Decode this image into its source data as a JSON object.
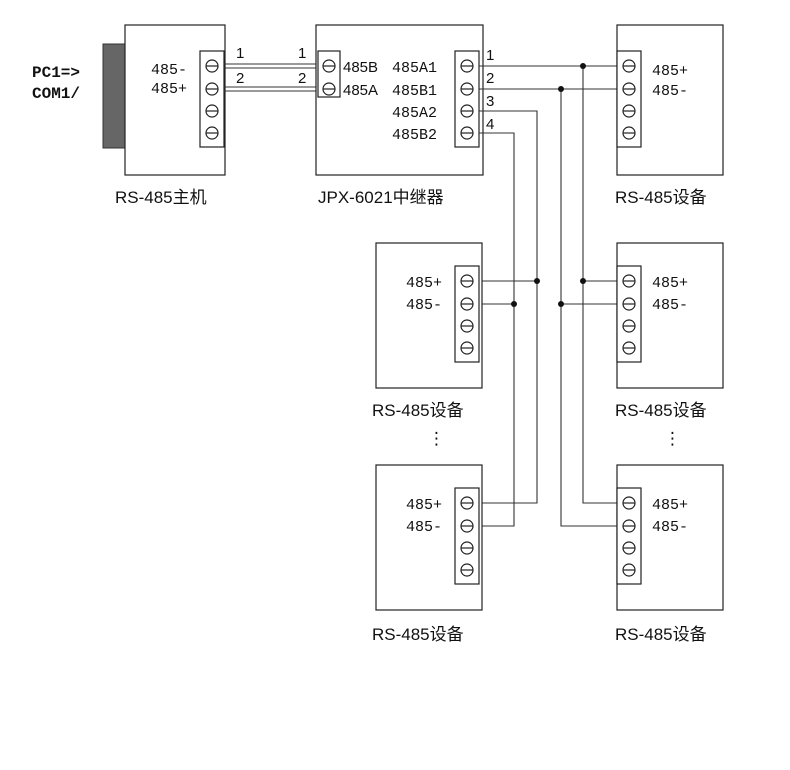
{
  "pc_label": {
    "line1": "PC1=>",
    "line2": "COM1/"
  },
  "host": {
    "caption": "RS-485主机",
    "pin_top": "485-",
    "pin_bottom": "485+",
    "wire1": "1",
    "wire2": "2"
  },
  "repeater": {
    "caption": "JPX-6021中继器",
    "in_wire1": "1",
    "in_wire2": "2",
    "in_top": "485B",
    "in_bottom": "485A",
    "out_labels": [
      "485A1",
      "485B1",
      "485A2",
      "485B2"
    ],
    "out_wires": [
      "1",
      "2",
      "3",
      "4"
    ]
  },
  "device": {
    "pin_plus": "485+",
    "pin_minus": "485-",
    "caption": "RS-485设备"
  },
  "ellipsis": "⋮"
}
